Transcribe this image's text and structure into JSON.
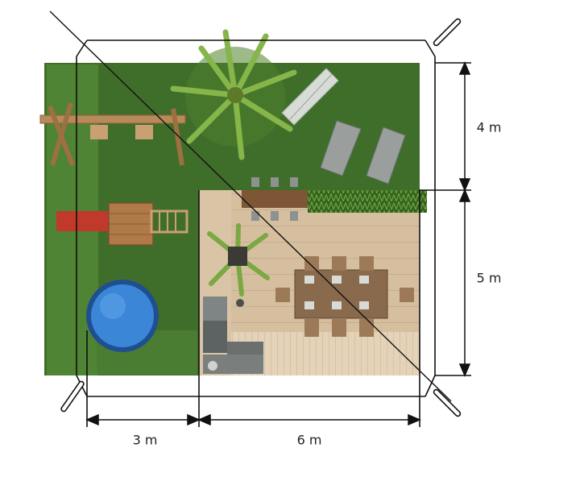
{
  "dimensions": {
    "top_section": "4 m",
    "bottom_section": "5 m",
    "left_width": "3 m",
    "right_width": "6 m"
  },
  "colors": {
    "lawn": "#3f6e2a",
    "lawn_light": "#5a8f3a",
    "deck": "#c7ad8f",
    "deck_light": "#e2cfb3",
    "pool": "#2f74c8",
    "slide": "#c0392b",
    "wood": "#b88a5a",
    "hedge": "#3d6b27",
    "line": "#111111"
  }
}
